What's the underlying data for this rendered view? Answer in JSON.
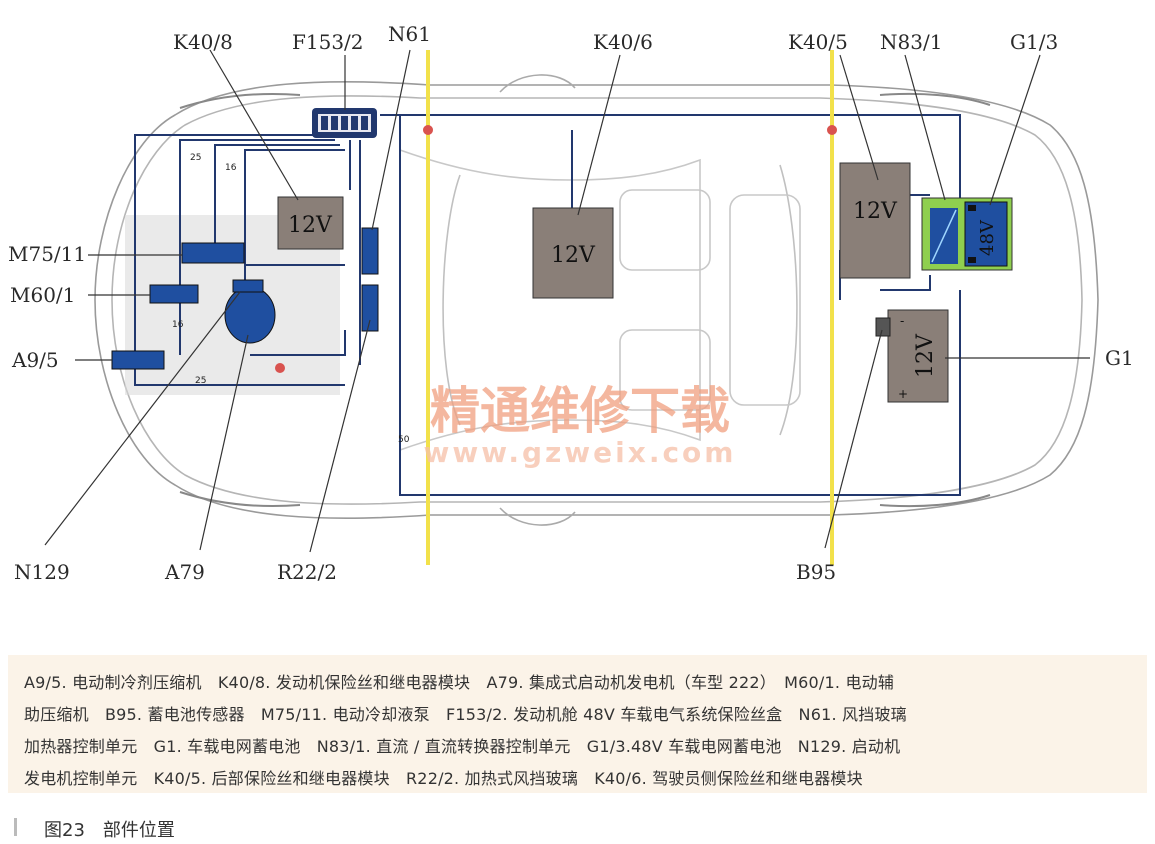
{
  "labels": {
    "k40_8": "K40/8",
    "f153_2": "F153/2",
    "n61": "N61",
    "k40_6": "K40/6",
    "k40_5": "K40/5",
    "n83_1": "N83/1",
    "g1_3": "G1/3",
    "m75_11": "M75/11",
    "m60_1": "M60/1",
    "a9_5": "A9/5",
    "g1": "G1",
    "n129": "N129",
    "a79": "A79",
    "r22_2": "R22/2",
    "b95": "B95"
  },
  "boxes": {
    "front_12v": "12V",
    "driver_12v": "12V",
    "rear_12v": "12V",
    "battery_12v": "12V",
    "battery_48v": "48V"
  },
  "wire_numbers": [
    "25",
    "16",
    "16",
    "25",
    "50"
  ],
  "watermark": {
    "cn": "精通维修下载",
    "url": "www.gzweix.com"
  },
  "caption": {
    "lines": [
      "A9/5. 电动制冷剂压缩机　K40/8. 发动机保险丝和继电器模块　A79. 集成式启动机发电机（车型 222）　M60/1. 电动辅",
      "助压缩机　B95. 蓄电池传感器　M75/11. 电动冷却液泵　F153/2. 发动机舱 48V 车载电气系统保险丝盒　N61. 风挡玻璃",
      "加热器控制单元　G1. 车载电网蓄电池　N83/1. 直流 / 直流转换器控制单元　G1/3.48V 车载电网蓄电池　N129. 启动机",
      "发电机控制单元　K40/5. 后部保险丝和继电器模块　R22/2. 加热式风挡玻璃　K40/6. 驾驶员侧保险丝和继电器模块"
    ]
  },
  "figure_title": "图23　部件位置",
  "colors": {
    "wire": "#22386e",
    "module_blue": "#1f4fa0",
    "box_gray": "#8a7f78",
    "yellow_line": "#f2e14a",
    "converter_green": "#8fcf4f",
    "watermark": "#f1a080"
  }
}
